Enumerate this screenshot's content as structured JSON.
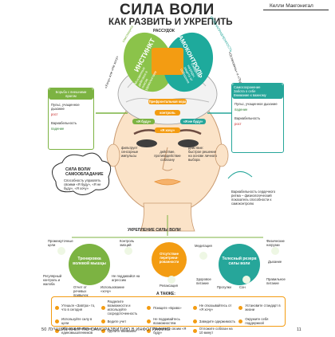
{
  "header": {
    "title": "СИЛА ВОЛИ",
    "subtitle": "КАК РАЗВИТЬ И УКРЕПИТЬ",
    "author": "Келли Макгонигал"
  },
  "brain": {
    "top_label": "РАССУДОК",
    "left_lobe": "ИНСТИНКТ",
    "left_lobe_sub": "Мгновенные действия в поиске удовольствия",
    "right_lobe": "САМОКОНТРОЛЬ",
    "right_lobe_sub": "Ожидание награды, защита от соблазнов",
    "left_arc": "самозащита",
    "right_arc": "ЦЕЛЕНАПРАВЛЕННОСТЬ",
    "left_side": "«Хочу» или «Не хочу»",
    "right_side": "«Остановись» и «Подумай»",
    "center_top": "Префронтальная кора",
    "control": "контроль",
    "left_eye": "«Я буду»",
    "right_eye": "«Я не буду»",
    "center_eye": "«Я хочу»",
    "cheek_left": "фильтрует сенсорные импульсы",
    "cheek_center": "действие, противодействие соблазну",
    "cheek_right": "действие: быстрое решение на основе личного выбора"
  },
  "left_box": {
    "title": "Борьба с внешними врагом",
    "item1": "Пульс, учащенное дыхание",
    "item2": "Вариабельность",
    "rise": "рост",
    "fall": "падение"
  },
  "right_box": {
    "items": [
      "Самосохранение",
      "Забота о себе",
      "Внимание к важному"
    ],
    "item1": "Пульс, учащенное дыхание",
    "item2": "Вариабельность",
    "rise": "рост",
    "fall": "падение"
  },
  "willpower": {
    "title": "СИЛА ВОЛИ/ САМООБЛАДАНИЕ",
    "desc": "Способность управлять своими «Я буду», «Я не буду», «Я хочу»"
  },
  "variability": {
    "text": "Вариабельность сердечного ритма – физиологический показатель способности к самоконтролю"
  },
  "strengthen": {
    "title": "УКРЕПЛЕНИЕ СИЛЫ ВОЛИ",
    "left": "Тренировка волевой мышцы",
    "middle": "Отсутствие перетрени-рованности",
    "right": "Телесный резерв силы воли",
    "left_items": [
      "Промежуточные цели",
      "Контроль эмоций",
      "Регулярный контроль и жалоба",
      "Не поддавайся на агрессию",
      "Отчет от речевых привычек",
      "Использование «хочу»"
    ],
    "middle_items": [
      "Релаксация"
    ],
    "right_items": [
      "Медитация",
      "Физические нагрузки",
      "Дыхание",
      "Здоровое питание",
      "Прогулки",
      "Сон",
      "Правильное питание"
    ]
  },
  "also": {
    "title": "А ТАКЖЕ:",
    "items": [
      "Утешьте «Завтра» то, что в сегодня",
      "Разделите возможности и используйте сосредоточенность",
      "Поищите «Браво»",
      "Не отказывайтесь от «Я хочу»",
      "Установите стандарт в жизни",
      "Используйте силу в цели",
      "Ведите учет",
      "Не поддавайтесь возможностям",
      "Заведите одержимость",
      "Окружите себя поддержкой",
      "Обратите внимание на единомышленников",
      "Уделите внимание",
      "Примените своим «Я буду»",
      "Отложите соблазн на 10 минут"
    ]
  },
  "footer": {
    "text": "50 ЛУЧШИХ КНИГ ПО САМОРАЗВИТИЮ В ИНФОГРАФИКЕ",
    "page": "11"
  },
  "colors": {
    "green": "#7cb342",
    "teal": "#26a69a",
    "orange": "#f39c12",
    "skin": "#fbe3c8",
    "lobe_left": "#8bc34a",
    "lobe_right": "#1eaa9c"
  }
}
